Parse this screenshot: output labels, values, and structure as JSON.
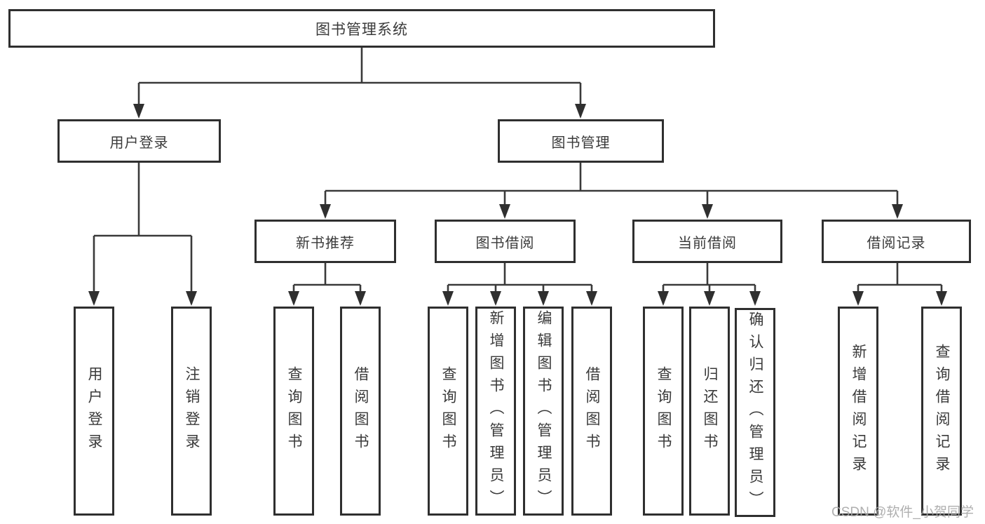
{
  "diagram_title": "图书管理系统",
  "tree": {
    "root": {
      "label": "图书管理系统"
    },
    "branches": [
      {
        "label": "用户登录",
        "children": [
          {
            "label": "用户登录"
          },
          {
            "label": "注销登录"
          }
        ]
      },
      {
        "label": "图书管理",
        "children": [
          {
            "label": "新书推荐",
            "children": [
              {
                "label": "查询图书"
              },
              {
                "label": "借阅图书"
              }
            ]
          },
          {
            "label": "图书借阅",
            "children": [
              {
                "label": "查询图书"
              },
              {
                "label": "新增图书（管理员）"
              },
              {
                "label": "编辑图书（管理员）"
              },
              {
                "label": "借阅图书"
              }
            ]
          },
          {
            "label": "当前借阅",
            "children": [
              {
                "label": "查询图书"
              },
              {
                "label": "归还图书"
              },
              {
                "label": "确认归还（管理员）"
              }
            ]
          },
          {
            "label": "借阅记录",
            "children": [
              {
                "label": "新增借阅记录"
              },
              {
                "label": "查询借阅记录"
              }
            ]
          }
        ]
      }
    ]
  },
  "watermark": {
    "text": "CSDN @软件_小贺同学"
  },
  "colors": {
    "line": "#3a3a3a",
    "box_border": "#2f2f2f",
    "text": "#3a3a3a",
    "background": "#ffffff",
    "watermark": "#a8a8a8"
  }
}
